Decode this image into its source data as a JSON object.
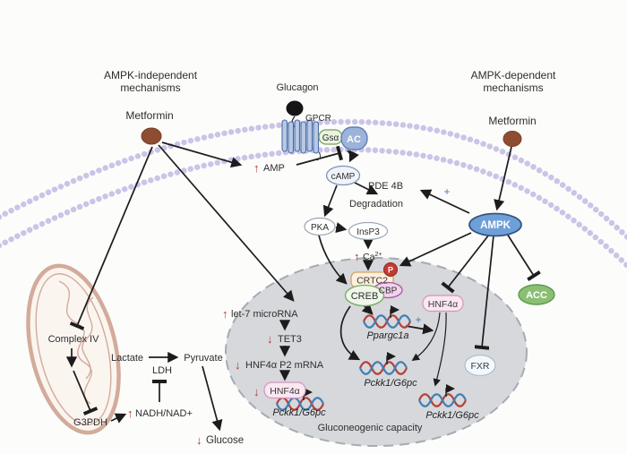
{
  "d": {
    "title_left": [
      "AMPK-independent",
      "mechanisms"
    ],
    "title_right": [
      "AMPK-dependent",
      "mechanisms"
    ],
    "metformin_left": "Metformin",
    "metformin_right": "Metformin",
    "glucagon": "Glucagon",
    "gpcr": "GPCR",
    "gsa": "Gsα",
    "ac": "AC",
    "amp": "AMP",
    "camp": "cAMP",
    "pde4b": "PDE 4B",
    "degradation": "Degradation",
    "pka": "PKA",
    "insp3": "InsP3",
    "ca_base": "Ca",
    "ca_sup": "2+",
    "plus_pde": "+",
    "plus_ppargc": "+",
    "p_phospho": "P",
    "crtc2": "CRTC2",
    "cbp": "CBP",
    "creb": "CREB",
    "hnf4a_right": "HNF4α",
    "ppargc1a": "Ppargc1a",
    "pckk1_center": "Pckk1/G6pc",
    "pckk1_right": "Pckk1/G6pc",
    "pckk1_left": "Pckk1/G6pc",
    "fxr": "FXR",
    "gluconeo": "Gluconeogenic capacity",
    "ampk": "AMPK",
    "acc": "ACC",
    "let7": "let-7 microRNA",
    "tet3": "TET3",
    "hnf4a_p2": "HNF4α P2 mRNA",
    "hnf4a_left": "HNF4α",
    "complex_iv": "Complex IV",
    "g3pdh": "G3PDH",
    "lactate": "Lactate",
    "ldh": "LDH",
    "pyruvate": "Pyruvate",
    "nadh": "NADH/NAD+",
    "glucose": "Glucose",
    "up_arrow": "↑",
    "down_arrow": "↓",
    "colors": {
      "metformin_brown": "#8E4D31",
      "ampk_blue_fill": "#6F9FD8",
      "acc_green_fill": "#8ABF74",
      "red_change": "#B5322C",
      "plus_blue": "#4A7AB5",
      "membrane_lavender": "#CAC4E7",
      "nucleus_gray": "#D6D8DB",
      "mito_tan": "#D3AB9B",
      "crtc2_cream": "#FCF0E0",
      "cbp_pink": "#F2D3EE",
      "creb_green": "#EEF7EA",
      "hnf4a_pink": "#FBE7F1",
      "dna_red": "#B5413C",
      "dna_blue": "#3F7FB5"
    }
  }
}
